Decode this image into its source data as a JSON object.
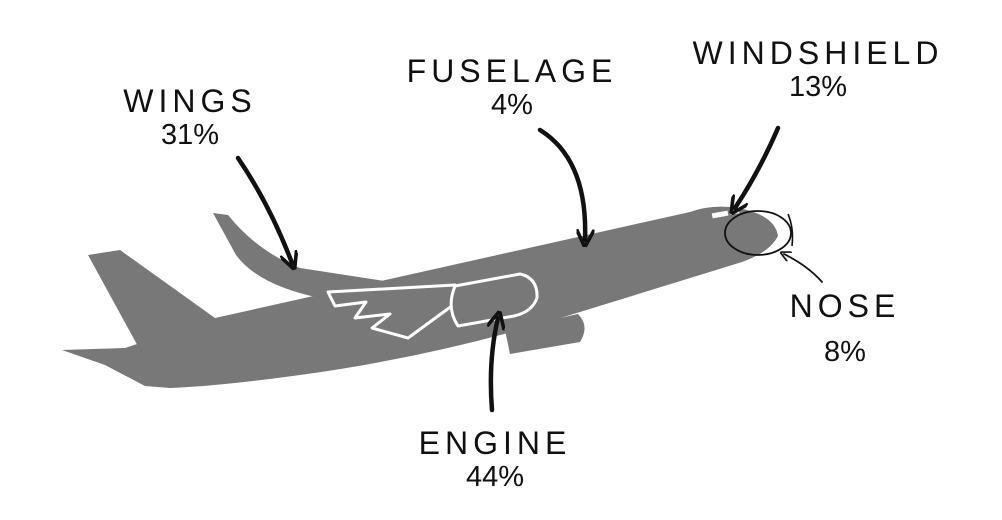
{
  "parts": [
    {
      "name": "WINGS",
      "percent": "31%"
    },
    {
      "name": "FUSELAGE",
      "percent": "4%"
    },
    {
      "name": "WINDSHIELD",
      "percent": "13%"
    },
    {
      "name": "NOSE",
      "percent": "8%"
    },
    {
      "name": "ENGINE",
      "percent": "44%"
    }
  ],
  "colors": {
    "airplane": "#787878",
    "outline": "#ffffff",
    "arrow": "#111111",
    "text": "#111111"
  }
}
